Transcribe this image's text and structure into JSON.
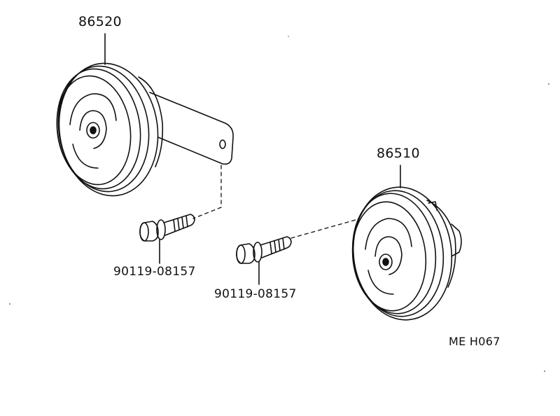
{
  "labels": {
    "horn_upper_part_no": "86520",
    "horn_lower_part_no": "86510",
    "bolt_1_part_no": "90119-08157",
    "bolt_2_part_no": "90119-08157",
    "drawing_ref": "ME H067"
  },
  "colors": {
    "line": "#111111",
    "background": "#ffffff"
  }
}
